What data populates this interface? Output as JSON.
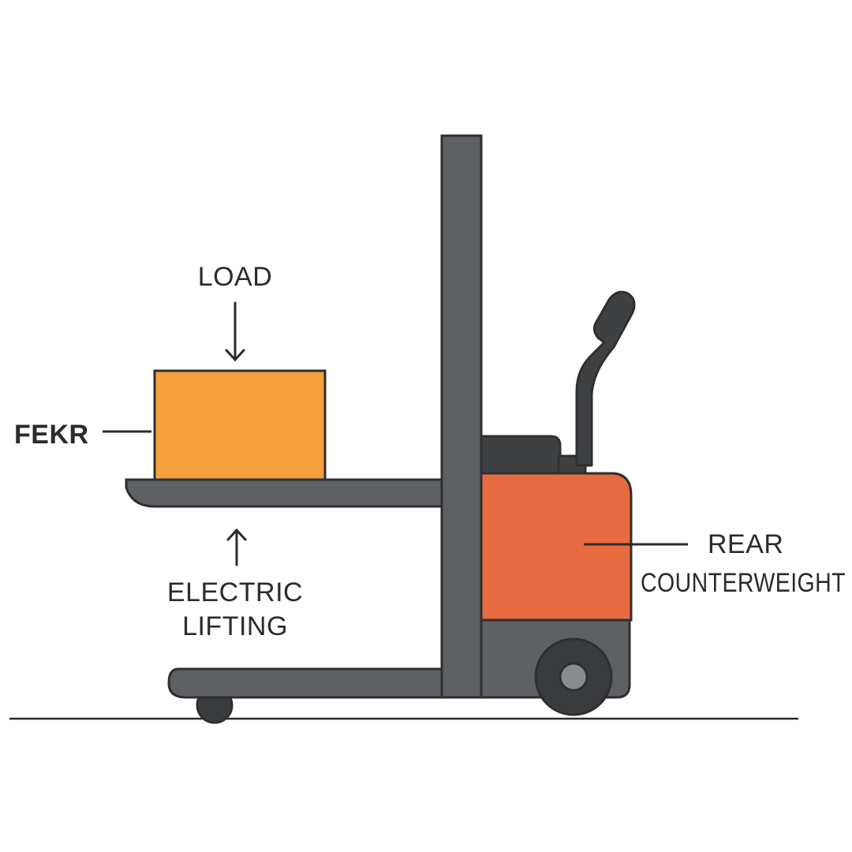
{
  "labels": {
    "load": "LOAD",
    "fekr": "FEKR",
    "electric_lifting_line1": "ELECTRIC",
    "electric_lifting_line2": "LIFTING",
    "rear_counterweight_line1": "REAR",
    "rear_counterweight_line2": "COUNTERWEIGHT"
  },
  "colors": {
    "frame": "#5f6063",
    "outline": "#2e2f31",
    "load_box": "#f5a03a",
    "counterweight": "#e86a40",
    "seat": "#3f4042",
    "wheel_hub": "#8a8b8d",
    "ground": "#2b2b2b"
  }
}
